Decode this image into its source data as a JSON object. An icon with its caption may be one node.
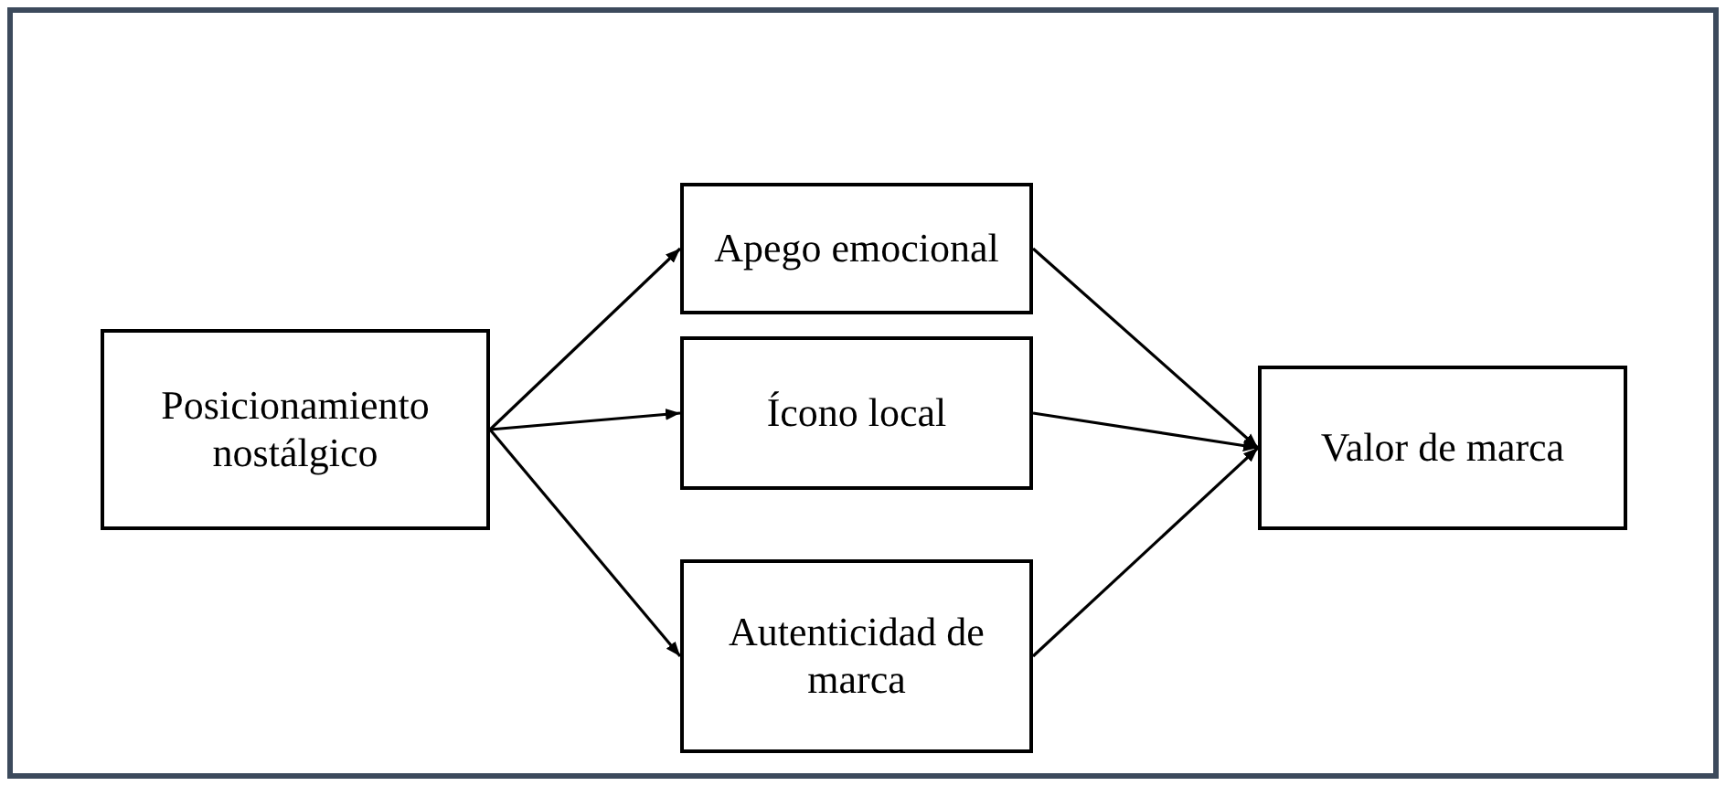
{
  "diagram": {
    "nodes": [
      {
        "text": [
          "Posicionamiento nostálgico"
        ]
      },
      {
        "text": [
          "Apego emocional"
        ]
      },
      {
        "text": [
          "Ícono local"
        ]
      },
      {
        "text": [
          "Autenticidad de marca"
        ]
      },
      {
        "text": [
          "Valor de marca"
        ]
      }
    ],
    "edges": [
      {
        "from": 0,
        "to": 1,
        "arrow": "to"
      },
      {
        "from": 0,
        "to": 2,
        "arrow": "to"
      },
      {
        "from": 0,
        "to": 3,
        "arrow": "to"
      },
      {
        "from": 1,
        "to": 4,
        "arrow": "to"
      },
      {
        "from": 2,
        "to": 4,
        "arrow": "to"
      },
      {
        "from": 3,
        "to": 4,
        "arrow": "to"
      }
    ]
  }
}
